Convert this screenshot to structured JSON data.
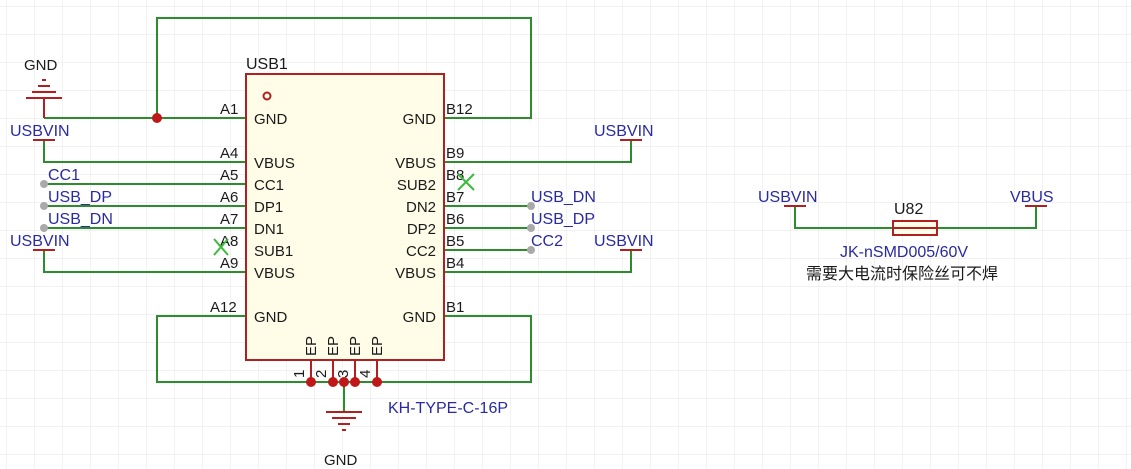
{
  "schematic": {
    "designator": "USB1",
    "part_name": "KH-TYPE-C-16P",
    "left_pins": [
      {
        "num": "A1",
        "name": "GND"
      },
      {
        "num": "A4",
        "name": "VBUS"
      },
      {
        "num": "A5",
        "name": "CC1"
      },
      {
        "num": "A6",
        "name": "DP1"
      },
      {
        "num": "A7",
        "name": "DN1"
      },
      {
        "num": "A8",
        "name": "SUB1"
      },
      {
        "num": "A9",
        "name": "VBUS"
      },
      {
        "num": "A12",
        "name": "GND"
      }
    ],
    "right_pins": [
      {
        "num": "B12",
        "name": "GND"
      },
      {
        "num": "B9",
        "name": "VBUS"
      },
      {
        "num": "B8",
        "name": "SUB2"
      },
      {
        "num": "B7",
        "name": "DN2"
      },
      {
        "num": "B6",
        "name": "DP2"
      },
      {
        "num": "B5",
        "name": "CC2"
      },
      {
        "num": "B4",
        "name": "VBUS"
      },
      {
        "num": "B1",
        "name": "GND"
      }
    ],
    "ep_pins": [
      {
        "num": "1",
        "name": "EP"
      },
      {
        "num": "2",
        "name": "EP"
      },
      {
        "num": "3",
        "name": "EP"
      },
      {
        "num": "4",
        "name": "EP"
      }
    ],
    "net_labels": {
      "gnd_top": "GND",
      "gnd_bottom": "GND",
      "usbvin_left_top": "USBVIN",
      "usbvin_left_bottom": "USBVIN",
      "usbvin_right_top": "USBVIN",
      "usbvin_right_bottom": "USBVIN",
      "cc1": "CC1",
      "usb_dp_left": "USB_DP",
      "usb_dn_left": "USB_DN",
      "usb_dn_right": "USB_DN",
      "usb_dp_right": "USB_DP",
      "cc2": "CC2"
    },
    "fuse": {
      "designator": "U82",
      "part_name": "JK-nSMD005/60V",
      "note": "需要大电流时保险丝可不焊",
      "in_label": "USBVIN",
      "out_label": "VBUS"
    }
  },
  "colors": {
    "wire": "#2e8b2e",
    "component": "#b02020",
    "net_label": "#2a2aa0",
    "junction": "#c01818",
    "grid": "#e4e4e4"
  }
}
